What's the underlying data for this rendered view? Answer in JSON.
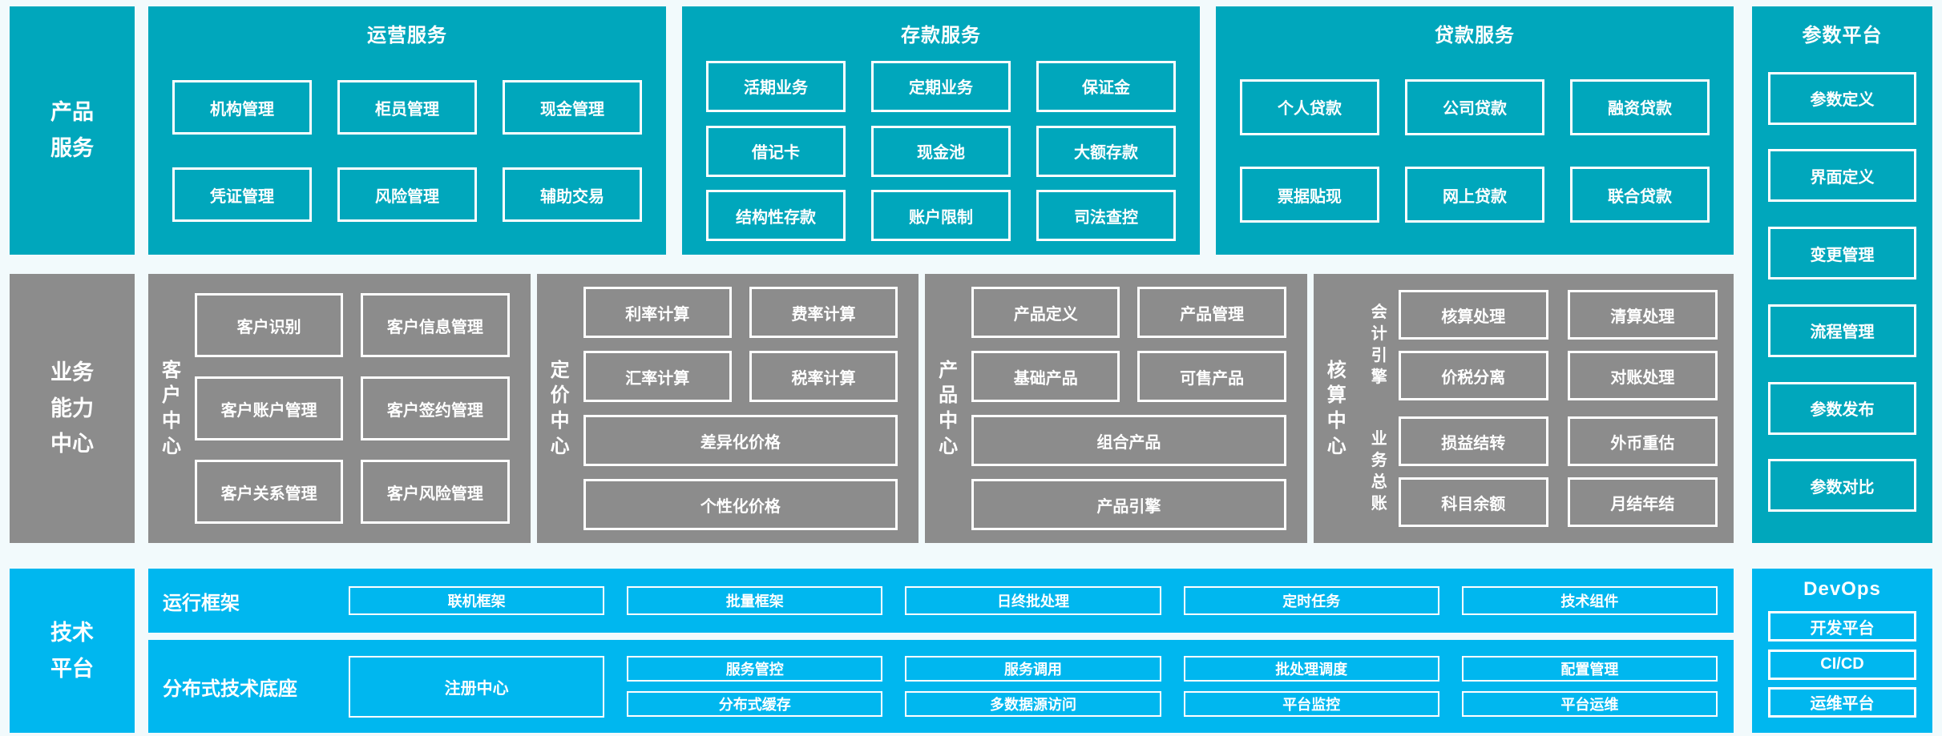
{
  "left_labels": {
    "product": "产品\n服务",
    "business": "业务\n能力\n中心",
    "tech": "技术\n平台"
  },
  "product_services": {
    "operations": {
      "title": "运营服务",
      "items": [
        "机构管理",
        "柜员管理",
        "现金管理",
        "凭证管理",
        "风险管理",
        "辅助交易"
      ]
    },
    "deposit": {
      "title": "存款服务",
      "items": [
        "活期业务",
        "定期业务",
        "保证金",
        "借记卡",
        "现金池",
        "大额存款",
        "结构性存款",
        "账户限制",
        "司法查控"
      ]
    },
    "loan": {
      "title": "贷款服务",
      "items": [
        "个人贷款",
        "公司贷款",
        "融资贷款",
        "票据贴现",
        "网上贷款",
        "联合贷款"
      ]
    }
  },
  "parameter_platform": {
    "title": "参数平台",
    "items": [
      "参数定义",
      "界面定义",
      "变更管理",
      "流程管理",
      "参数发布",
      "参数对比"
    ]
  },
  "business_capability": {
    "customer_center": {
      "label": "客\n户\n中\n心",
      "items": [
        "客户识别",
        "客户信息管理",
        "客户账户管理",
        "客户签约管理",
        "客户关系管理",
        "客户风险管理"
      ]
    },
    "pricing_center": {
      "label": "定\n价\n中\n心",
      "items": [
        "利率计算",
        "费率计算",
        "汇率计算",
        "税率计算"
      ],
      "wide_items": [
        "差异化价格",
        "个性化价格"
      ]
    },
    "product_center": {
      "label": "产\n品\n中\n心",
      "items": [
        "产品定义",
        "产品管理",
        "基础产品",
        "可售产品"
      ],
      "wide_items": [
        "组合产品",
        "产品引擎"
      ]
    },
    "accounting_center": {
      "label": "核\n算\n中\n心",
      "accounting_engine": {
        "label": "会\n计\n引\n擎",
        "items": [
          "核算处理",
          "清算处理",
          "价税分离",
          "对账处理"
        ]
      },
      "business_ledger": {
        "label": "业\n务\n总\n账",
        "items": [
          "损益结转",
          "外币重估",
          "科目余额",
          "月结年结"
        ]
      }
    }
  },
  "tech_platform": {
    "runtime": {
      "label": "运行框架",
      "items": [
        "联机框架",
        "批量框架",
        "日终批处理",
        "定时任务",
        "技术组件"
      ]
    },
    "distributed": {
      "label": "分布式技术底座",
      "registry": "注册中心",
      "row1": [
        "服务管控",
        "服务调用",
        "批处理调度",
        "配置管理"
      ],
      "row2": [
        "分布式缓存",
        "多数据源访问",
        "平台监控",
        "平台运维"
      ]
    },
    "devops": {
      "title": "DevOps",
      "items": [
        "开发平台",
        "CI/CD",
        "运维平台"
      ]
    }
  },
  "colors": {
    "teal": "#00A7BC",
    "azure": "#00B7EF",
    "gray": "#8C8C8C",
    "page_bg": "#F2FAFC",
    "box_border": "#FFFFFF",
    "text": "#FFFFFF"
  }
}
